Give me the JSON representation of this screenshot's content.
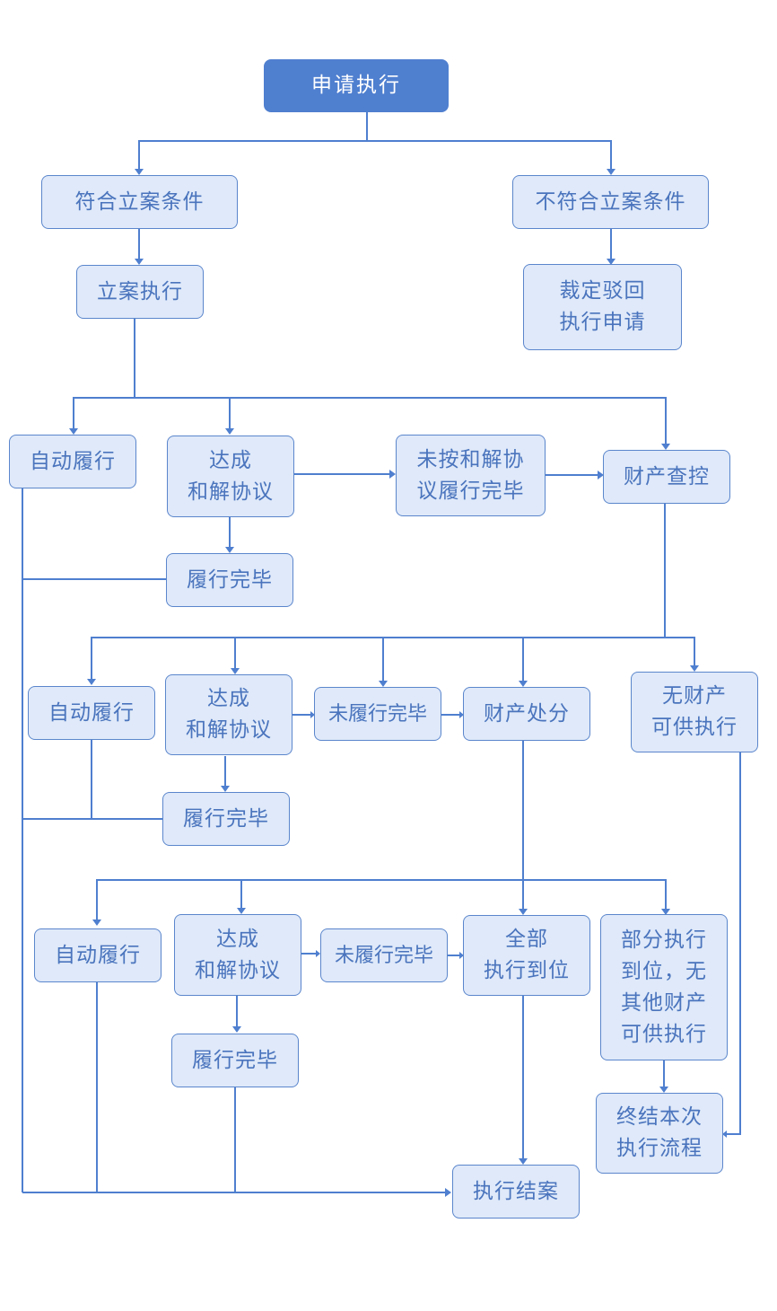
{
  "diagram": {
    "type": "flowchart",
    "colors": {
      "primary": "#4f7fcf",
      "node_fill": "#dfe9f9",
      "node_text": "#4a74bd",
      "start_text": "#ffffff"
    },
    "nodes": {
      "apply": "申请执行",
      "meets": "符合立案条件",
      "not_meets": "不符合立案条件",
      "file": "立案执行",
      "reject": "裁定驳回\n执行申请",
      "auto1": "自动履行",
      "settle1": "达成\n和解协议",
      "breach1": "未按和解协\n议履行完毕",
      "investigate": "财产查控",
      "done1": "履行完毕",
      "auto2": "自动履行",
      "settle2": "达成\n和解协议",
      "unfinished2": "未履行完毕",
      "dispose": "财产处分",
      "no_property": "无财产\n可供执行",
      "done2": "履行完毕",
      "auto3": "自动履行",
      "settle3": "达成\n和解协议",
      "unfinished3": "未履行完毕",
      "full": "全部\n执行到位",
      "partial": "部分执行\n到位，无\n其他财产\n可供执行",
      "done3": "履行完毕",
      "terminate": "终结本次\n执行流程",
      "close": "执行结案"
    },
    "edges": [
      [
        "apply",
        "meets"
      ],
      [
        "apply",
        "not_meets"
      ],
      [
        "meets",
        "file"
      ],
      [
        "not_meets",
        "reject"
      ],
      [
        "file",
        "auto1"
      ],
      [
        "file",
        "settle1"
      ],
      [
        "file",
        "investigate"
      ],
      [
        "settle1",
        "breach1"
      ],
      [
        "breach1",
        "investigate"
      ],
      [
        "settle1",
        "done1"
      ],
      [
        "investigate",
        "auto2"
      ],
      [
        "investigate",
        "settle2"
      ],
      [
        "investigate",
        "unfinished2"
      ],
      [
        "investigate",
        "dispose"
      ],
      [
        "investigate",
        "no_property"
      ],
      [
        "settle2",
        "unfinished2"
      ],
      [
        "unfinished2",
        "dispose"
      ],
      [
        "settle2",
        "done2"
      ],
      [
        "dispose",
        "auto3"
      ],
      [
        "dispose",
        "settle3"
      ],
      [
        "dispose",
        "full"
      ],
      [
        "dispose",
        "partial"
      ],
      [
        "settle3",
        "unfinished3"
      ],
      [
        "unfinished3",
        "full"
      ],
      [
        "settle3",
        "done3"
      ],
      [
        "partial",
        "terminate"
      ],
      [
        "no_property",
        "terminate"
      ],
      [
        "full",
        "close"
      ],
      [
        "auto1",
        "close"
      ],
      [
        "done1",
        "close"
      ],
      [
        "auto2",
        "close"
      ],
      [
        "done2",
        "close"
      ],
      [
        "auto3",
        "close"
      ],
      [
        "done3",
        "close"
      ]
    ]
  }
}
